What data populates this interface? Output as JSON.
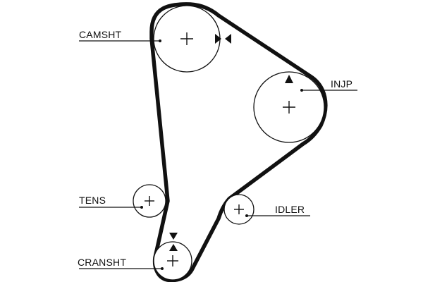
{
  "diagram": {
    "labels": {
      "camshaft": "CAMSHT",
      "injection_pump": "INJP",
      "tensioner": "TENS",
      "idler": "IDLER",
      "crankshaft": "CRANSHT"
    },
    "colors": {
      "line": "#111111",
      "background": "#ffffff"
    }
  }
}
